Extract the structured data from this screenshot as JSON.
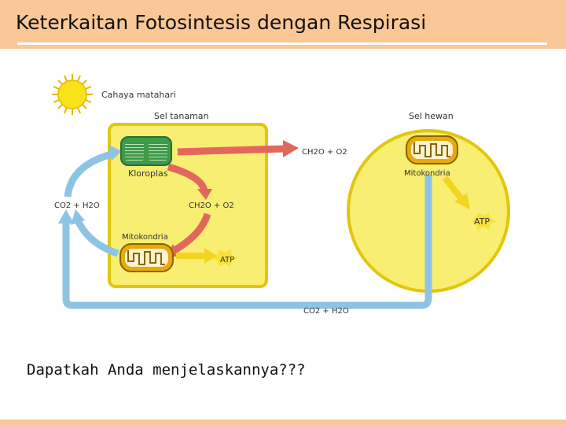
{
  "slide": {
    "title": "Keterkaitan Fotosintesis dengan Respirasi",
    "question": "Dapatkah Anda menjelaskannya???"
  },
  "diagram": {
    "sun_label": "Cahaya matahari",
    "plant_cell_label": "Sel tanaman",
    "animal_cell_label": "Sel hewan",
    "chloroplast_label": "Kloroplas",
    "plant_mito_label": "Mitokondria",
    "animal_mito_label": "Mitokondria",
    "atp_plant": "ATP",
    "atp_animal": "ATP",
    "inputs_left": "CO2 + H2O",
    "products_plant": "CH2O + O2",
    "products_to_animal": "CH2O + O2",
    "return_bottom": "CO2 + H2O"
  },
  "colors": {
    "header_band": "#fac796",
    "cell_fill": "#f7ee72",
    "cell_border": "#e2c60c",
    "chloroplast": "#3f9a4a",
    "mitochondria_outer": "#e6ab08",
    "red_arrow": "#e2675d",
    "blue_arrow": "#8dc4e4",
    "yellow_arrow": "#f3d41e",
    "sun": "#f8e21a"
  }
}
